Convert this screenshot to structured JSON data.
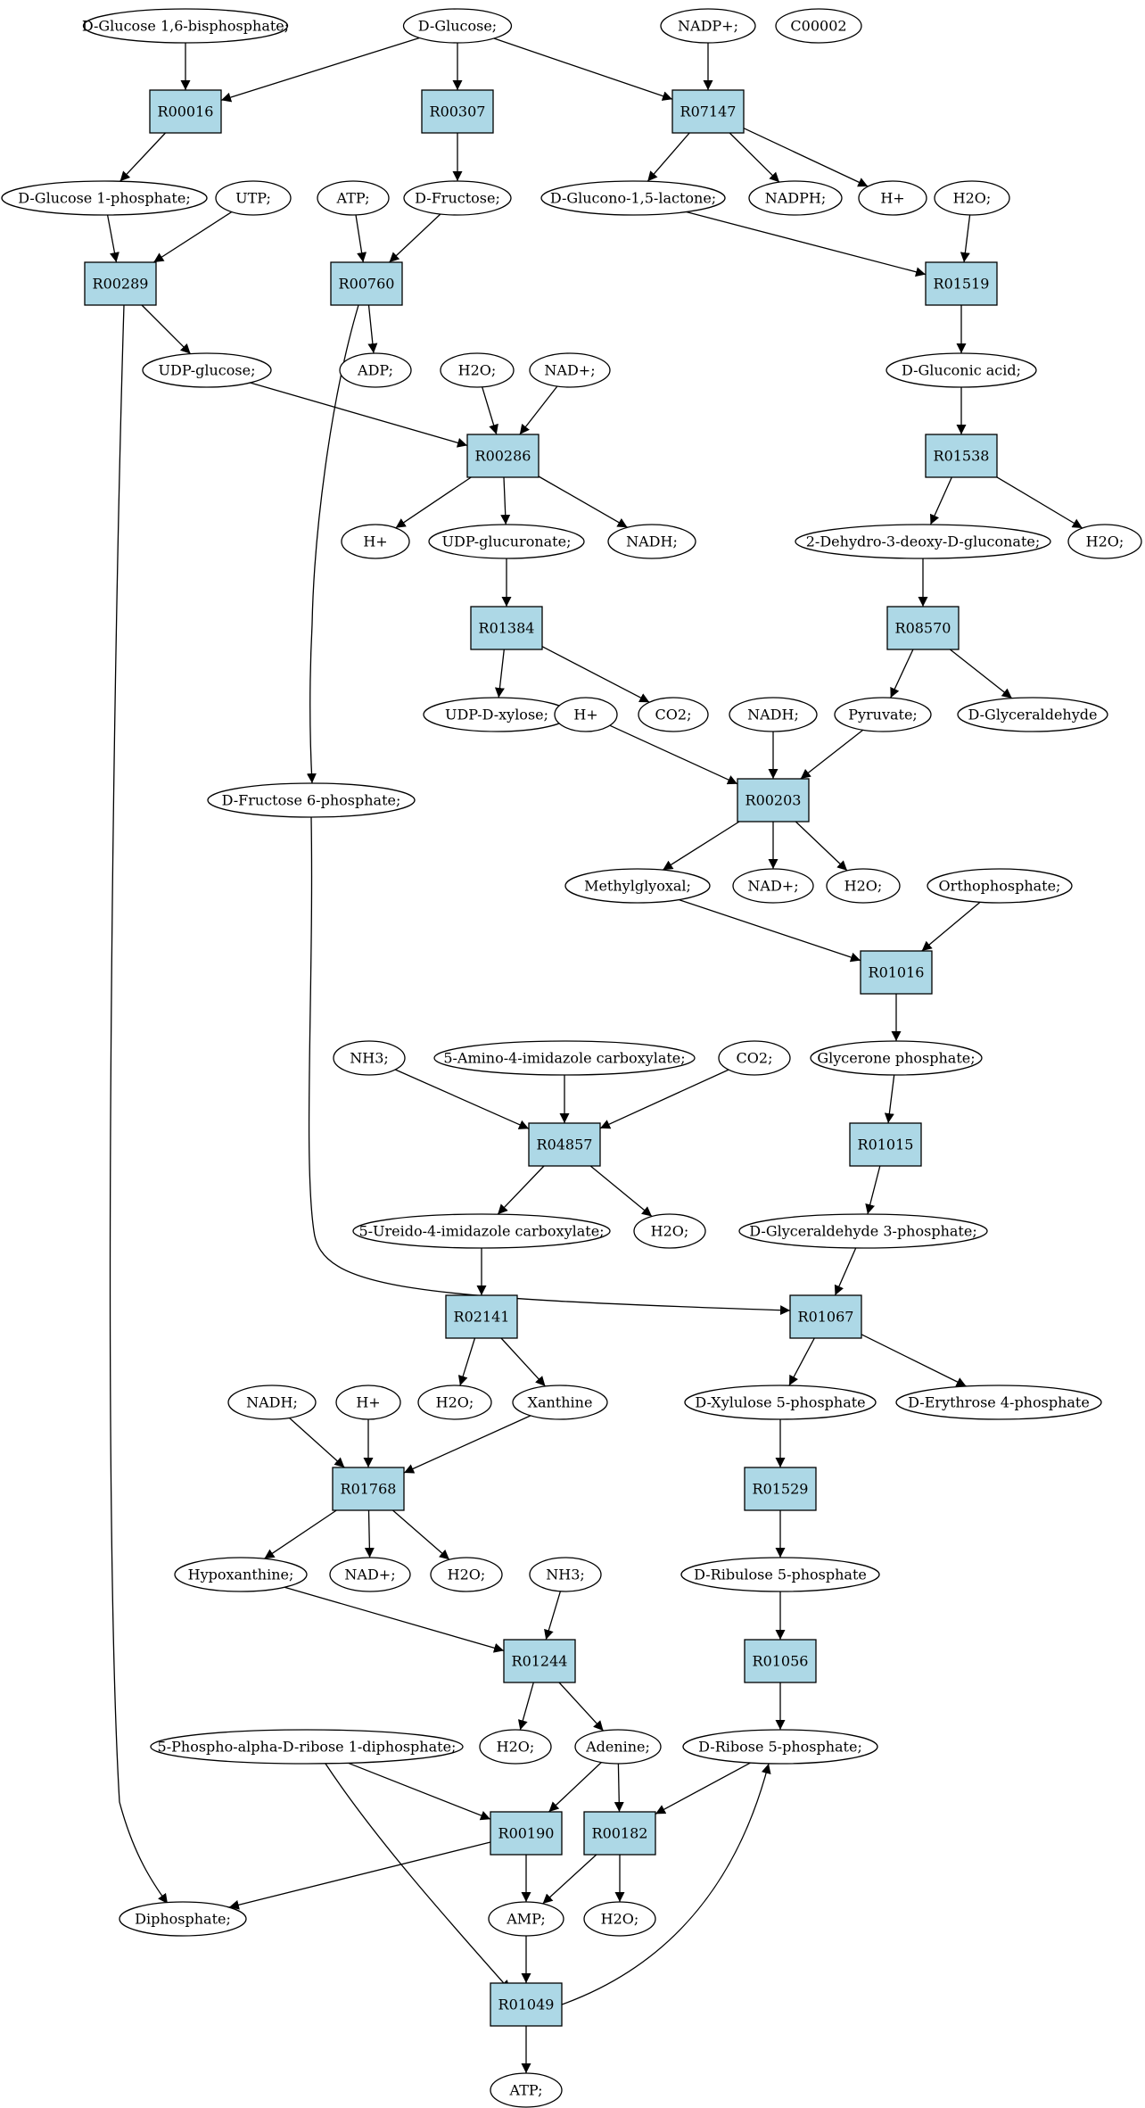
{
  "colors": {
    "reaction_fill": "#add8e6",
    "compound_fill": "#ffffff",
    "start_fill": "#00ee00",
    "highlight_fill": "#ffff00"
  },
  "nodes": [
    {
      "id": "c_g16bp",
      "type": "compound",
      "label": "D-Glucose 1,6-bisphosphate;"
    },
    {
      "id": "c_glucose",
      "type": "compound",
      "label": "D-Glucose;",
      "fill": "start_fill"
    },
    {
      "id": "c_nadp",
      "type": "compound",
      "label": "NADP+;"
    },
    {
      "id": "c_c00002",
      "type": "compound",
      "label": "C00002",
      "fill": "highlight_fill"
    },
    {
      "id": "r_R00016",
      "type": "reaction",
      "label": "R00016"
    },
    {
      "id": "r_R00307",
      "type": "reaction",
      "label": "R00307"
    },
    {
      "id": "r_R07147",
      "type": "reaction",
      "label": "R07147"
    },
    {
      "id": "c_g1p",
      "type": "compound",
      "label": "D-Glucose 1-phosphate;"
    },
    {
      "id": "c_utp",
      "type": "compound",
      "label": "UTP;"
    },
    {
      "id": "c_atp1",
      "type": "compound",
      "label": "ATP;"
    },
    {
      "id": "c_fructose",
      "type": "compound",
      "label": "D-Fructose;"
    },
    {
      "id": "c_glucono",
      "type": "compound",
      "label": "D-Glucono-1,5-lactone;"
    },
    {
      "id": "c_nadph",
      "type": "compound",
      "label": "NADPH;"
    },
    {
      "id": "c_h1",
      "type": "compound",
      "label": "H+"
    },
    {
      "id": "c_h2o1",
      "type": "compound",
      "label": "H2O;"
    },
    {
      "id": "r_R00289",
      "type": "reaction",
      "label": "R00289"
    },
    {
      "id": "r_R00760",
      "type": "reaction",
      "label": "R00760"
    },
    {
      "id": "r_R01519",
      "type": "reaction",
      "label": "R01519"
    },
    {
      "id": "c_udpglc",
      "type": "compound",
      "label": "UDP-glucose;"
    },
    {
      "id": "c_adp",
      "type": "compound",
      "label": "ADP;"
    },
    {
      "id": "c_h2o2",
      "type": "compound",
      "label": "H2O;"
    },
    {
      "id": "c_nad1",
      "type": "compound",
      "label": "NAD+;"
    },
    {
      "id": "c_gluconic",
      "type": "compound",
      "label": "D-Gluconic acid;"
    },
    {
      "id": "r_R00286",
      "type": "reaction",
      "label": "R00286"
    },
    {
      "id": "r_R01538",
      "type": "reaction",
      "label": "R01538"
    },
    {
      "id": "c_h2",
      "type": "compound",
      "label": "H+"
    },
    {
      "id": "c_udpglcA",
      "type": "compound",
      "label": "UDP-glucuronate;"
    },
    {
      "id": "c_nadh1",
      "type": "compound",
      "label": "NADH;"
    },
    {
      "id": "c_kdg",
      "type": "compound",
      "label": "2-Dehydro-3-deoxy-D-gluconate;"
    },
    {
      "id": "c_h2o3",
      "type": "compound",
      "label": "H2O;"
    },
    {
      "id": "r_R01384",
      "type": "reaction",
      "label": "R01384"
    },
    {
      "id": "r_R08570",
      "type": "reaction",
      "label": "R08570"
    },
    {
      "id": "c_udpxyl",
      "type": "compound",
      "label": "UDP-D-xylose;"
    },
    {
      "id": "c_h3",
      "type": "compound",
      "label": "H+"
    },
    {
      "id": "c_co2a",
      "type": "compound",
      "label": "CO2;"
    },
    {
      "id": "c_nadh2",
      "type": "compound",
      "label": "NADH;"
    },
    {
      "id": "c_pyruvate",
      "type": "compound",
      "label": "Pyruvate;"
    },
    {
      "id": "c_dglyald",
      "type": "compound",
      "label": "D-Glyceraldehyde"
    },
    {
      "id": "c_f6p",
      "type": "compound",
      "label": "D-Fructose 6-phosphate;"
    },
    {
      "id": "r_R00203",
      "type": "reaction",
      "label": "R00203"
    },
    {
      "id": "c_mgo",
      "type": "compound",
      "label": "Methylglyoxal;"
    },
    {
      "id": "c_nad2",
      "type": "compound",
      "label": "NAD+;"
    },
    {
      "id": "c_h2o4",
      "type": "compound",
      "label": "H2O;"
    },
    {
      "id": "c_pi",
      "type": "compound",
      "label": "Orthophosphate;"
    },
    {
      "id": "r_R01016",
      "type": "reaction",
      "label": "R01016"
    },
    {
      "id": "c_nh3a",
      "type": "compound",
      "label": "NH3;"
    },
    {
      "id": "c_aic",
      "type": "compound",
      "label": "5-Amino-4-imidazole carboxylate;"
    },
    {
      "id": "c_co2b",
      "type": "compound",
      "label": "CO2;"
    },
    {
      "id": "c_dhap",
      "type": "compound",
      "label": "Glycerone phosphate;"
    },
    {
      "id": "r_R04857",
      "type": "reaction",
      "label": "R04857"
    },
    {
      "id": "r_R01015",
      "type": "reaction",
      "label": "R01015"
    },
    {
      "id": "c_uic",
      "type": "compound",
      "label": "5-Ureido-4-imidazole carboxylate;"
    },
    {
      "id": "c_h2o5",
      "type": "compound",
      "label": "H2O;"
    },
    {
      "id": "c_g3p",
      "type": "compound",
      "label": "D-Glyceraldehyde 3-phosphate;"
    },
    {
      "id": "r_R02141",
      "type": "reaction",
      "label": "R02141"
    },
    {
      "id": "r_R01067",
      "type": "reaction",
      "label": "R01067"
    },
    {
      "id": "c_nadh3",
      "type": "compound",
      "label": "NADH;"
    },
    {
      "id": "c_h4",
      "type": "compound",
      "label": "H+"
    },
    {
      "id": "c_h2o6",
      "type": "compound",
      "label": "H2O;"
    },
    {
      "id": "c_xan",
      "type": "compound",
      "label": "Xanthine"
    },
    {
      "id": "c_x5p",
      "type": "compound",
      "label": "D-Xylulose 5-phosphate"
    },
    {
      "id": "c_e4p",
      "type": "compound",
      "label": "D-Erythrose 4-phosphate"
    },
    {
      "id": "r_R01768",
      "type": "reaction",
      "label": "R01768"
    },
    {
      "id": "r_R01529",
      "type": "reaction",
      "label": "R01529"
    },
    {
      "id": "c_hyp",
      "type": "compound",
      "label": "Hypoxanthine;"
    },
    {
      "id": "c_nad3",
      "type": "compound",
      "label": "NAD+;"
    },
    {
      "id": "c_h2o7",
      "type": "compound",
      "label": "H2O;"
    },
    {
      "id": "c_nh3b",
      "type": "compound",
      "label": "NH3;"
    },
    {
      "id": "c_ru5p",
      "type": "compound",
      "label": "D-Ribulose 5-phosphate"
    },
    {
      "id": "r_R01244",
      "type": "reaction",
      "label": "R01244"
    },
    {
      "id": "r_R01056",
      "type": "reaction",
      "label": "R01056"
    },
    {
      "id": "c_prpp",
      "type": "compound",
      "label": "5-Phospho-alpha-D-ribose 1-diphosphate;"
    },
    {
      "id": "c_h2o8",
      "type": "compound",
      "label": "H2O;"
    },
    {
      "id": "c_ade",
      "type": "compound",
      "label": "Adenine;"
    },
    {
      "id": "c_r5p",
      "type": "compound",
      "label": "D-Ribose 5-phosphate;"
    },
    {
      "id": "r_R00190",
      "type": "reaction",
      "label": "R00190"
    },
    {
      "id": "r_R00182",
      "type": "reaction",
      "label": "R00182"
    },
    {
      "id": "c_ppi",
      "type": "compound",
      "label": "Diphosphate;"
    },
    {
      "id": "c_amp",
      "type": "compound",
      "label": "AMP;"
    },
    {
      "id": "c_h2o9",
      "type": "compound",
      "label": "H2O;"
    },
    {
      "id": "r_R01049",
      "type": "reaction",
      "label": "R01049"
    },
    {
      "id": "c_atp2",
      "type": "compound",
      "label": "ATP;"
    }
  ],
  "edges": [
    [
      "c_g16bp",
      "r_R00016"
    ],
    [
      "c_glucose",
      "r_R00016"
    ],
    [
      "c_glucose",
      "r_R00307"
    ],
    [
      "c_glucose",
      "r_R07147"
    ],
    [
      "c_nadp",
      "r_R07147"
    ],
    [
      "r_R00016",
      "c_g1p"
    ],
    [
      "r_R00307",
      "c_fructose"
    ],
    [
      "r_R07147",
      "c_glucono"
    ],
    [
      "r_R07147",
      "c_nadph"
    ],
    [
      "r_R07147",
      "c_h1"
    ],
    [
      "c_g1p",
      "r_R00289"
    ],
    [
      "c_utp",
      "r_R00289"
    ],
    [
      "c_atp1",
      "r_R00760"
    ],
    [
      "c_fructose",
      "r_R00760"
    ],
    [
      "c_glucono",
      "r_R01519"
    ],
    [
      "c_h2o1",
      "r_R01519"
    ],
    [
      "r_R00289",
      "c_udpglc"
    ],
    [
      "r_R00289",
      "c_ppi"
    ],
    [
      "r_R00760",
      "c_adp"
    ],
    [
      "r_R00760",
      "c_f6p"
    ],
    [
      "r_R01519",
      "c_gluconic"
    ],
    [
      "c_udpglc",
      "r_R00286"
    ],
    [
      "c_h2o2",
      "r_R00286"
    ],
    [
      "c_nad1",
      "r_R00286"
    ],
    [
      "c_gluconic",
      "r_R01538"
    ],
    [
      "r_R00286",
      "c_h2"
    ],
    [
      "r_R00286",
      "c_udpglcA"
    ],
    [
      "r_R00286",
      "c_nadh1"
    ],
    [
      "r_R01538",
      "c_kdg"
    ],
    [
      "r_R01538",
      "c_h2o3"
    ],
    [
      "c_udpglcA",
      "r_R01384"
    ],
    [
      "c_kdg",
      "r_R08570"
    ],
    [
      "r_R01384",
      "c_udpxyl"
    ],
    [
      "r_R01384",
      "c_co2a"
    ],
    [
      "r_R08570",
      "c_pyruvate"
    ],
    [
      "r_R08570",
      "c_dglyald"
    ],
    [
      "c_h3",
      "r_R00203"
    ],
    [
      "c_nadh2",
      "r_R00203"
    ],
    [
      "c_pyruvate",
      "r_R00203"
    ],
    [
      "r_R00203",
      "c_mgo"
    ],
    [
      "r_R00203",
      "c_nad2"
    ],
    [
      "r_R00203",
      "c_h2o4"
    ],
    [
      "c_mgo",
      "r_R01016"
    ],
    [
      "c_pi",
      "r_R01016"
    ],
    [
      "r_R01016",
      "c_dhap"
    ],
    [
      "c_dhap",
      "r_R01015"
    ],
    [
      "r_R01015",
      "c_g3p"
    ],
    [
      "c_nh3a",
      "r_R04857"
    ],
    [
      "c_aic",
      "r_R04857"
    ],
    [
      "c_co2b",
      "r_R04857"
    ],
    [
      "r_R04857",
      "c_uic"
    ],
    [
      "r_R04857",
      "c_h2o5"
    ],
    [
      "c_uic",
      "r_R02141"
    ],
    [
      "r_R02141",
      "c_h2o6"
    ],
    [
      "r_R02141",
      "c_xan"
    ],
    [
      "c_f6p",
      "r_R01067"
    ],
    [
      "c_g3p",
      "r_R01067"
    ],
    [
      "r_R01067",
      "c_x5p"
    ],
    [
      "r_R01067",
      "c_e4p"
    ],
    [
      "c_nadh3",
      "r_R01768"
    ],
    [
      "c_h4",
      "r_R01768"
    ],
    [
      "c_xan",
      "r_R01768"
    ],
    [
      "r_R01768",
      "c_hyp"
    ],
    [
      "r_R01768",
      "c_nad3"
    ],
    [
      "r_R01768",
      "c_h2o7"
    ],
    [
      "c_x5p",
      "r_R01529"
    ],
    [
      "r_R01529",
      "c_ru5p"
    ],
    [
      "c_hyp",
      "r_R01244"
    ],
    [
      "c_nh3b",
      "r_R01244"
    ],
    [
      "r_R01244",
      "c_h2o8"
    ],
    [
      "r_R01244",
      "c_ade"
    ],
    [
      "c_ru5p",
      "r_R01056"
    ],
    [
      "r_R01056",
      "c_r5p"
    ],
    [
      "c_prpp",
      "r_R00190"
    ],
    [
      "c_ade",
      "r_R00190"
    ],
    [
      "c_ade",
      "r_R00182"
    ],
    [
      "c_r5p",
      "r_R00182"
    ],
    [
      "c_prpp",
      "r_R01049"
    ],
    [
      "r_R00190",
      "c_ppi"
    ],
    [
      "r_R00190",
      "c_amp"
    ],
    [
      "r_R00182",
      "c_amp"
    ],
    [
      "r_R00182",
      "c_h2o9"
    ],
    [
      "c_amp",
      "r_R01049"
    ],
    [
      "r_R01049",
      "c_atp2"
    ],
    [
      "r_R01049",
      "c_r5p"
    ]
  ]
}
